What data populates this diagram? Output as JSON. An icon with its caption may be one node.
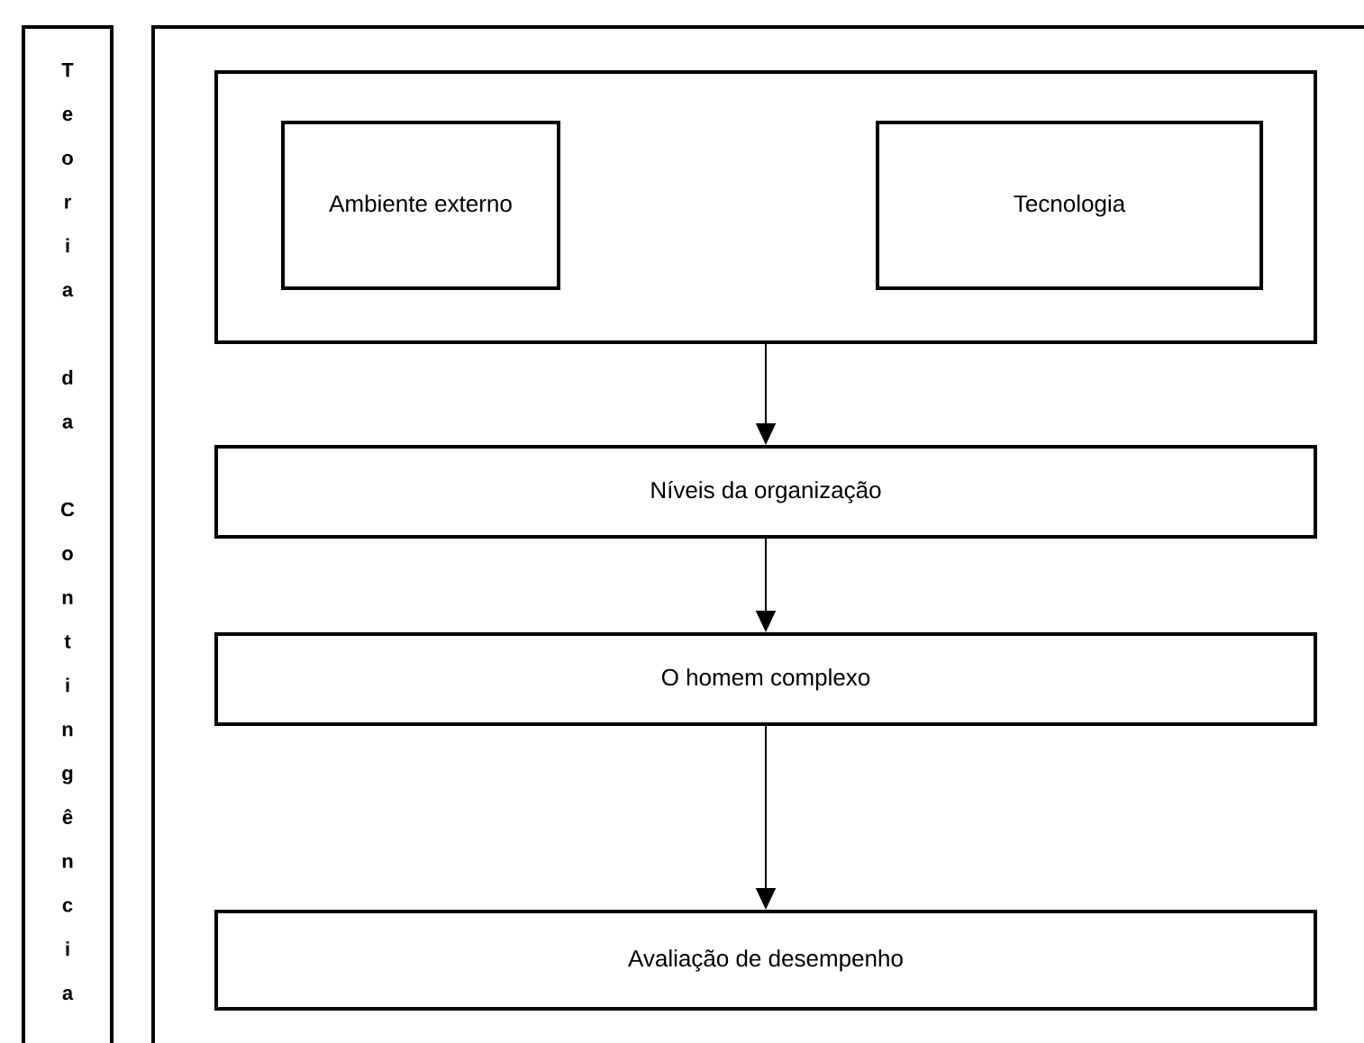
{
  "diagram": {
    "nodes": [
      {
        "text": [
          "Teoria da Contingência"
        ]
      },
      {
        "text": [],
        "shape": "box"
      },
      {
        "text": [],
        "shape": "box",
        "in": 1
      },
      {
        "text": [
          "Ambiente externo"
        ],
        "in": 2
      },
      {
        "text": [
          "Tecnologia"
        ],
        "in": 2
      },
      {
        "text": [
          "Níveis da organização"
        ],
        "in": 1
      },
      {
        "text": [
          "O homem complexo"
        ],
        "in": 1
      },
      {
        "text": [
          "Avaliação de desempenho"
        ],
        "in": 1
      }
    ],
    "edges": [
      {
        "from": 2,
        "to": 5,
        "arrow": "to"
      },
      {
        "from": 5,
        "to": 6,
        "arrow": "to"
      },
      {
        "from": 6,
        "to": 7,
        "arrow": "to"
      }
    ]
  }
}
